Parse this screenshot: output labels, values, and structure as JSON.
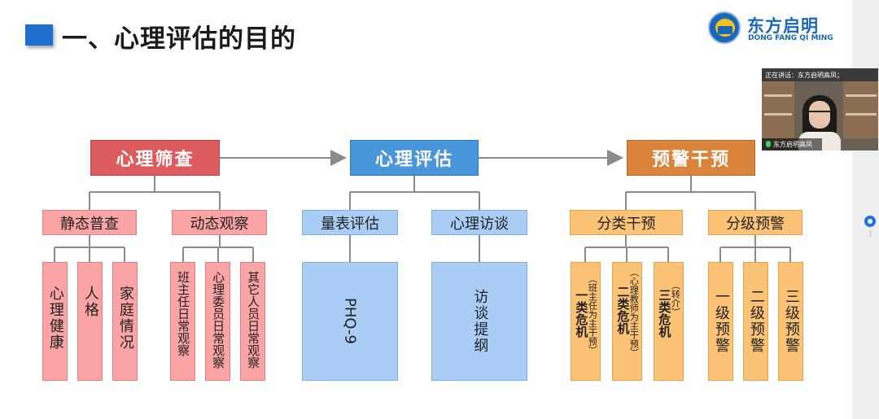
{
  "title": "一、心理评估的目的",
  "logo": {
    "cn": "东方启明",
    "en": "DONG FANG QI MING"
  },
  "video": {
    "speaking_label": "正在讲话：东方启明高凤；",
    "name": "东方启明高凤"
  },
  "flow": {
    "l1": [
      "心理筛查",
      "心理评估",
      "预警干预"
    ],
    "l2": [
      "静态普查",
      "动态观察",
      "量表评估",
      "心理访谈",
      "分类干预",
      "分级预警"
    ],
    "l3": {
      "a1": "心理健康",
      "a2": "人格",
      "a3": "家庭情况",
      "b1": "班主任日常观察",
      "b2": "心理委员日常观察",
      "b3": "其它人员日常观察",
      "c1": "PHQ-9",
      "d1": "访谈提纲",
      "e1_note": "（班主任为主干预）",
      "e1_main": "一类危机",
      "e2_note": "（心理教师为主干预）",
      "e2_main": "二类危机",
      "e3_note": "（转介）",
      "e3_main": "三类危机",
      "f1": "一级预警",
      "f2": "二级预警",
      "f3": "三级预警"
    }
  },
  "colors": {
    "red_dark": "#dc5c5e",
    "red_light": "#fba4a5",
    "blue_dark": "#4a96dc",
    "blue_light": "#a9cdf4",
    "orange_dark": "#d9843a",
    "orange_light": "#fcc276",
    "connector": "#8a8a8a"
  }
}
